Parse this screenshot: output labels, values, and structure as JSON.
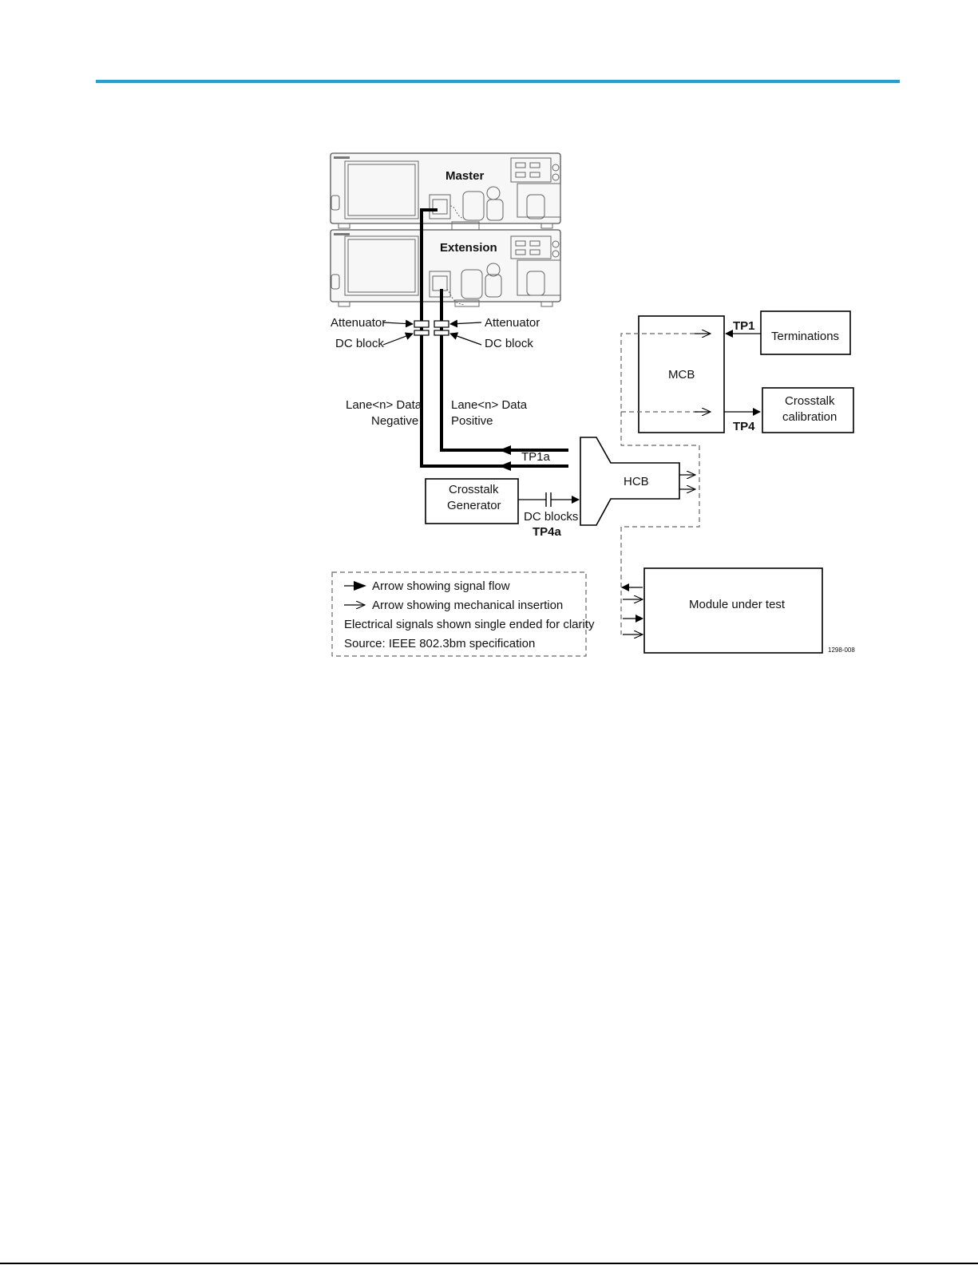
{
  "colors": {
    "rule": "#1aa3d6",
    "ink": "#000000"
  },
  "instruments": {
    "master": "Master",
    "extension": "Extension"
  },
  "connections": {
    "attenuator_left": "Attenuator",
    "attenuator_right": "Attenuator",
    "dc_block_left": "DC block",
    "dc_block_right": "DC block",
    "lane_negative_line1": "Lane<n> Data",
    "lane_negative_line2": "Negative",
    "lane_positive_line1": "Lane<n> Data",
    "lane_positive_line2": "Positive",
    "tp1a": "TP1a",
    "dc_blocks": "DC blocks",
    "tp4a": "TP4a"
  },
  "blocks": {
    "crosstalk_generator_line1": "Crosstalk",
    "crosstalk_generator_line2": "Generator",
    "hcb": "HCB",
    "mcb": "MCB",
    "terminations": "Terminations",
    "crosstalk_calibration_line1": "Crosstalk",
    "crosstalk_calibration_line2": "calibration",
    "module_under_test": "Module under test",
    "tp1": "TP1",
    "tp4": "TP4"
  },
  "legend": {
    "signal_flow": "Arrow showing signal flow",
    "mechanical_insertion": "Arrow showing mechanical insertion",
    "note": "Electrical signals shown single ended for clarity",
    "source": "Source: IEEE 802.3bm specification"
  },
  "figure_id": "1298-008"
}
